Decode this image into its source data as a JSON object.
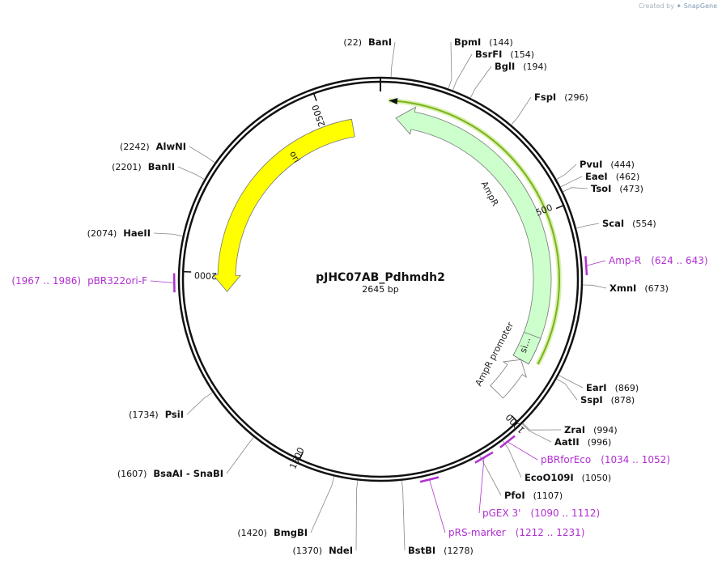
{
  "credit": {
    "prefix": "Created by",
    "brand": "SnapGene"
  },
  "plasmid": {
    "name": "pJHC07AB_Pdhmdh2",
    "length_label": "2645 bp",
    "length": 2645
  },
  "colors": {
    "ori": "#ffff00",
    "ampr": "#ccffcc",
    "primer": "#b030d0",
    "backbone": "#111111",
    "ampr_primer": "#7ab317"
  },
  "ticks": [
    "500",
    "1000",
    "1500",
    "2000",
    "2500"
  ],
  "sites": [
    {
      "name": "BanI",
      "pos": "(22)",
      "bp": 22
    },
    {
      "name": "BpmI",
      "pos": "(144)",
      "bp": 144
    },
    {
      "name": "BsrFI",
      "pos": "(154)",
      "bp": 154
    },
    {
      "name": "BglI",
      "pos": "(194)",
      "bp": 194
    },
    {
      "name": "FspI",
      "pos": "(296)",
      "bp": 296
    },
    {
      "name": "PvuI",
      "pos": "(444)",
      "bp": 444
    },
    {
      "name": "EaeI",
      "pos": "(462)",
      "bp": 462
    },
    {
      "name": "TsoI",
      "pos": "(473)",
      "bp": 473
    },
    {
      "name": "ScaI",
      "pos": "(554)",
      "bp": 554
    },
    {
      "name": "XmnI",
      "pos": "(673)",
      "bp": 673
    },
    {
      "name": "EarI",
      "pos": "(869)",
      "bp": 869
    },
    {
      "name": "SspI",
      "pos": "(878)",
      "bp": 878
    },
    {
      "name": "ZraI",
      "pos": "(994)",
      "bp": 994
    },
    {
      "name": "AatII",
      "pos": "(996)",
      "bp": 996
    },
    {
      "name": "EcoO109I",
      "pos": "(1050)",
      "bp": 1050
    },
    {
      "name": "PfoI",
      "pos": "(1107)",
      "bp": 1107
    },
    {
      "name": "BstBI",
      "pos": "(1278)",
      "bp": 1278
    },
    {
      "name": "NdeI",
      "pos": "(1370)",
      "bp": 1370
    },
    {
      "name": "BmgBI",
      "pos": "(1420)",
      "bp": 1420
    },
    {
      "name": "BsaAI  -  SnaBI",
      "pos": "(1607)",
      "bp": 1607
    },
    {
      "name": "PsiI",
      "pos": "(1734)",
      "bp": 1734
    },
    {
      "name": "HaeII",
      "pos": "(2074)",
      "bp": 2074
    },
    {
      "name": "BanII",
      "pos": "(2201)",
      "bp": 2201
    },
    {
      "name": "AlwNI",
      "pos": "(2242)",
      "bp": 2242
    }
  ],
  "primers": [
    {
      "name": "Amp-R",
      "range": "(624 .. 643)",
      "start": 624,
      "end": 643
    },
    {
      "name": "pBRforEco",
      "range": "(1034 .. 1052)",
      "start": 1034,
      "end": 1052
    },
    {
      "name": "pGEX 3'",
      "range": "(1090 .. 1112)",
      "start": 1090,
      "end": 1112
    },
    {
      "name": "pRS-marker",
      "range": "(1212 .. 1231)",
      "start": 1212,
      "end": 1231
    },
    {
      "name": "pBR322ori-F",
      "range": "(1967 .. 1986)",
      "start": 1967,
      "end": 1986
    }
  ],
  "features": [
    {
      "name": "ori",
      "type": "rep_origin",
      "start": 1950,
      "end": 2570,
      "strand": "-"
    },
    {
      "name": "AmpR",
      "type": "CDS",
      "start": 20,
      "end": 880,
      "strand": "-"
    },
    {
      "name": "AmpR promoter",
      "type": "promoter",
      "start": 880,
      "end": 985,
      "strand": "-"
    },
    {
      "name": "si...",
      "type": "sig_peptide",
      "start": 810,
      "end": 880,
      "strand": "-"
    }
  ]
}
